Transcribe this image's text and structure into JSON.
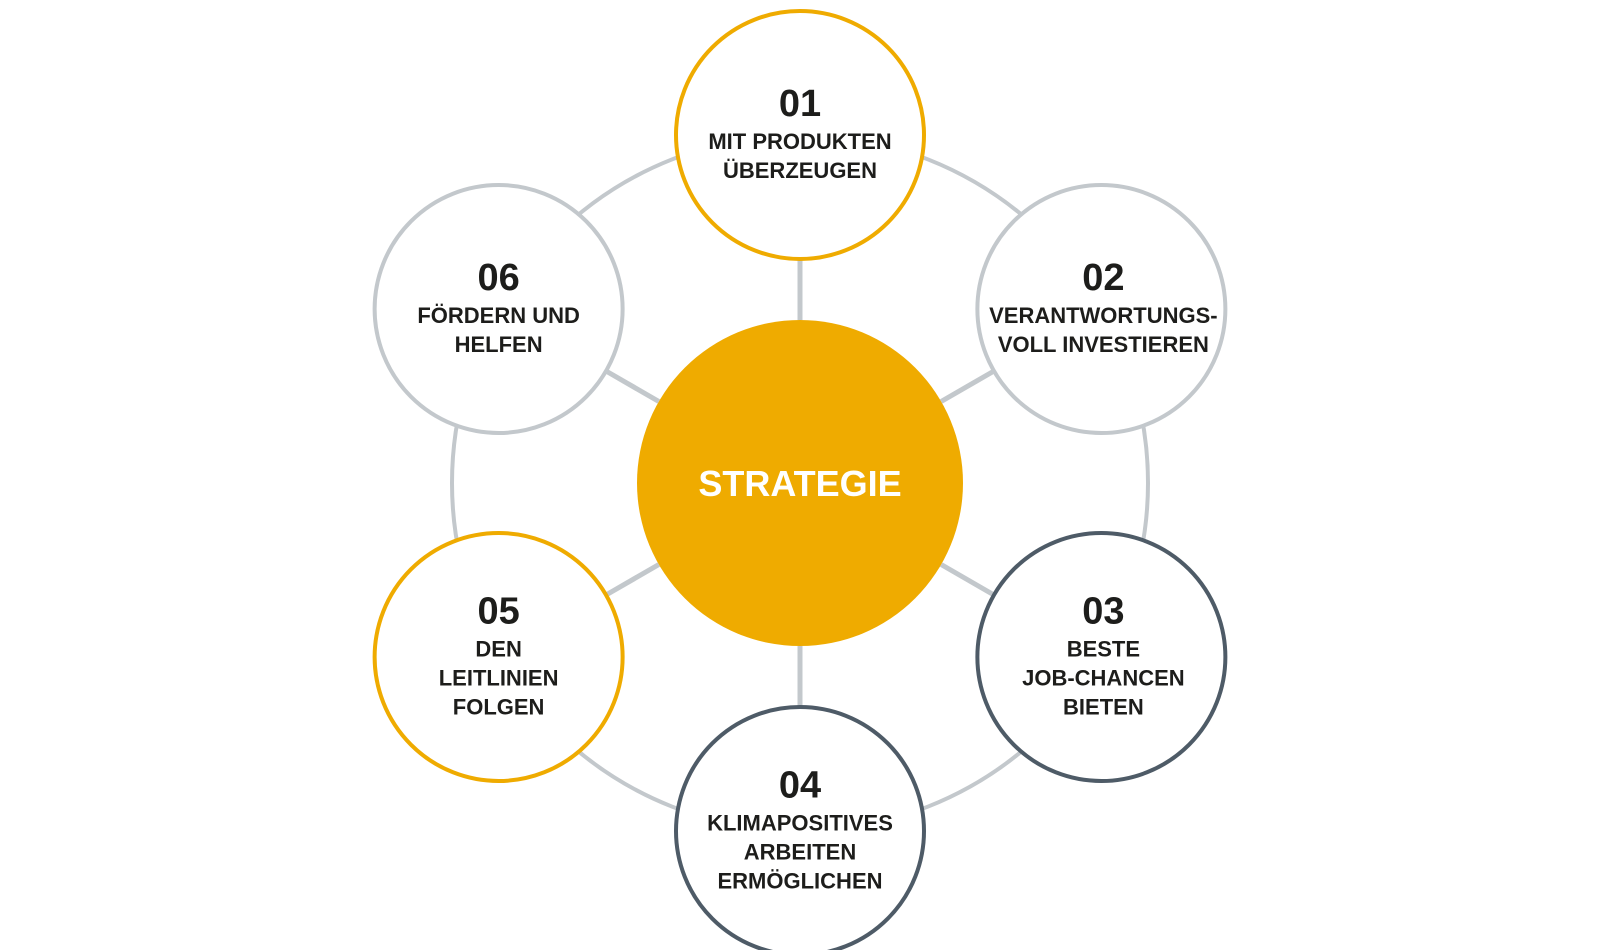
{
  "diagram": {
    "center": {
      "label": "STRATEGIE",
      "color": "#efab00"
    },
    "colors": {
      "ring": "#c3c8cc",
      "connector": "#c3c8cc",
      "outline_yellow": "#efab00",
      "outline_gray": "#c3c8cc",
      "outline_dark": "#4e5b67",
      "text": "#1d1d1b"
    },
    "nodes": [
      {
        "number": "01",
        "lines": [
          "MIT PRODUKTEN",
          "ÜBERZEUGEN"
        ],
        "outline": "yellow"
      },
      {
        "number": "02",
        "lines": [
          "VERANTWORTUNGS-",
          "VOLL INVESTIEREN"
        ],
        "outline": "gray"
      },
      {
        "number": "03",
        "lines": [
          "BESTE",
          "JOB-CHANCEN",
          "BIETEN"
        ],
        "outline": "dark"
      },
      {
        "number": "04",
        "lines": [
          "KLIMAPOSITIVES",
          "ARBEITEN",
          "ERMÖGLICHEN"
        ],
        "outline": "dark"
      },
      {
        "number": "05",
        "lines": [
          "DEN",
          "LEITLINIEN",
          "FOLGEN"
        ],
        "outline": "yellow"
      },
      {
        "number": "06",
        "lines": [
          "FÖRDERN UND",
          "HELFEN"
        ],
        "outline": "gray"
      }
    ]
  }
}
